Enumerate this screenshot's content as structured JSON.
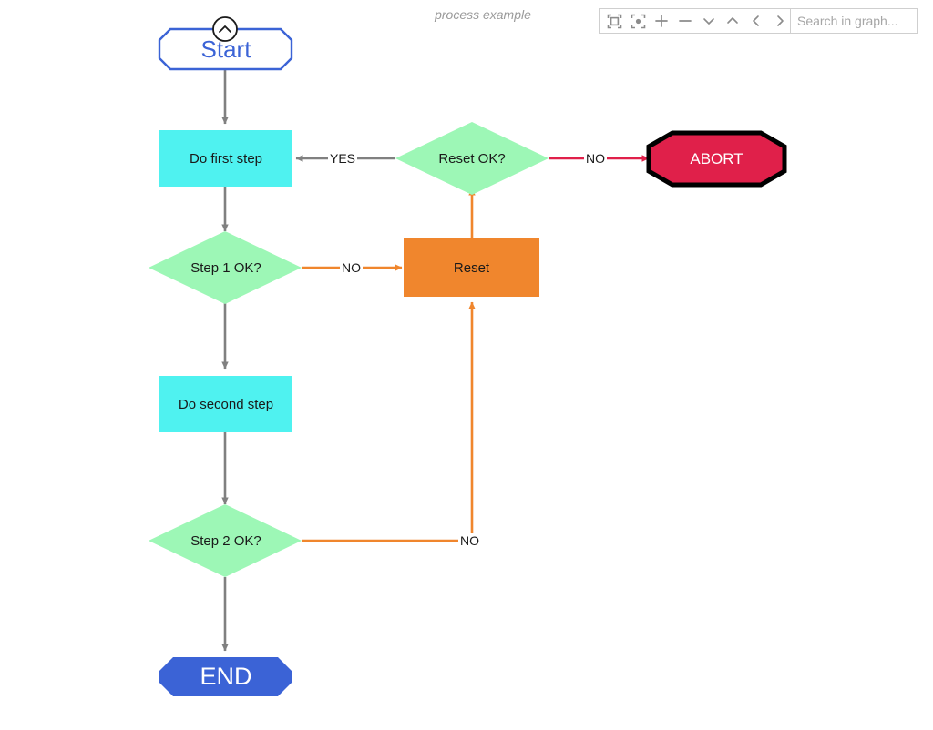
{
  "header": {
    "graph_title": "process example",
    "toolbar": {
      "buttons": [
        {
          "name": "fit-to-screen-icon",
          "label": "Fit to screen"
        },
        {
          "name": "center-view-icon",
          "label": "Center view"
        },
        {
          "name": "zoom-in-icon",
          "label": "Zoom in"
        },
        {
          "name": "zoom-out-icon",
          "label": "Zoom out"
        },
        {
          "name": "chevron-down-icon",
          "label": "Pan down"
        },
        {
          "name": "chevron-up-icon",
          "label": "Pan up"
        },
        {
          "name": "chevron-left-icon",
          "label": "Pan left"
        },
        {
          "name": "chevron-right-icon",
          "label": "Pan right"
        }
      ]
    },
    "search": {
      "placeholder": "Search in graph...",
      "value": ""
    }
  },
  "graph": {
    "nodes": [
      {
        "id": "start",
        "label": "Start",
        "shape": "octagon-outline",
        "fill": "#ffffff",
        "stroke": "#3b63d6",
        "text_color": "#3b63d6"
      },
      {
        "id": "step1",
        "label": "Do first step",
        "shape": "rect",
        "fill": "#4ff2f0",
        "stroke": "none",
        "text_color": "#1a1a1a"
      },
      {
        "id": "dec1",
        "label": "Step 1 OK?",
        "shape": "diamond",
        "fill": "#9df7b6",
        "stroke": "none",
        "text_color": "#1a1a1a"
      },
      {
        "id": "step2",
        "label": "Do second step",
        "shape": "rect",
        "fill": "#4ff2f0",
        "stroke": "none",
        "text_color": "#1a1a1a"
      },
      {
        "id": "dec2",
        "label": "Step 2 OK?",
        "shape": "diamond",
        "fill": "#9df7b6",
        "stroke": "none",
        "text_color": "#1a1a1a"
      },
      {
        "id": "end",
        "label": "END",
        "shape": "octagon-filled",
        "fill": "#3b63d6",
        "stroke": "none",
        "text_color": "#ffffff"
      },
      {
        "id": "reset",
        "label": "Reset",
        "shape": "rect",
        "fill": "#f0862d",
        "stroke": "none",
        "text_color": "#1a1a1a"
      },
      {
        "id": "dec3",
        "label": "Reset OK?",
        "shape": "diamond",
        "fill": "#9df7b6",
        "stroke": "none",
        "text_color": "#1a1a1a"
      },
      {
        "id": "abort",
        "label": "ABORT",
        "shape": "octagon-filled",
        "fill": "#e0२04a",
        "stroke": "#000000",
        "text_color": "#ffffff"
      }
    ],
    "edges": [
      {
        "from": "start",
        "to": "step1",
        "label": "",
        "color": "#808080"
      },
      {
        "from": "step1",
        "to": "dec1",
        "label": "",
        "color": "#808080"
      },
      {
        "from": "dec1",
        "to": "step2",
        "label": "",
        "color": "#808080"
      },
      {
        "from": "dec1",
        "to": "reset",
        "label": "NO",
        "color": "#f0862d"
      },
      {
        "from": "step2",
        "to": "dec2",
        "label": "",
        "color": "#808080"
      },
      {
        "from": "dec2",
        "to": "end",
        "label": "",
        "color": "#808080"
      },
      {
        "from": "dec2",
        "to": "reset",
        "label": "NO",
        "color": "#f0862d"
      },
      {
        "from": "reset",
        "to": "dec3",
        "label": "",
        "color": "#f0862d"
      },
      {
        "from": "dec3",
        "to": "step1",
        "label": "YES",
        "color": "#808080"
      },
      {
        "from": "dec3",
        "to": "abort",
        "label": "NO",
        "color": "#e0204a"
      }
    ],
    "edge_labels": {
      "yes_reset_ok": "YES",
      "no_reset_ok": "NO",
      "no_step1": "NO",
      "no_step2": "NO"
    },
    "colors": {
      "cyan_fill": "#4ff2f0",
      "green_fill": "#9df7b6",
      "orange_fill": "#f0862d",
      "blue_fill": "#3b63d6",
      "crimson_fill": "#e0204a",
      "gray_edge": "#808080",
      "black_border": "#000000"
    }
  }
}
